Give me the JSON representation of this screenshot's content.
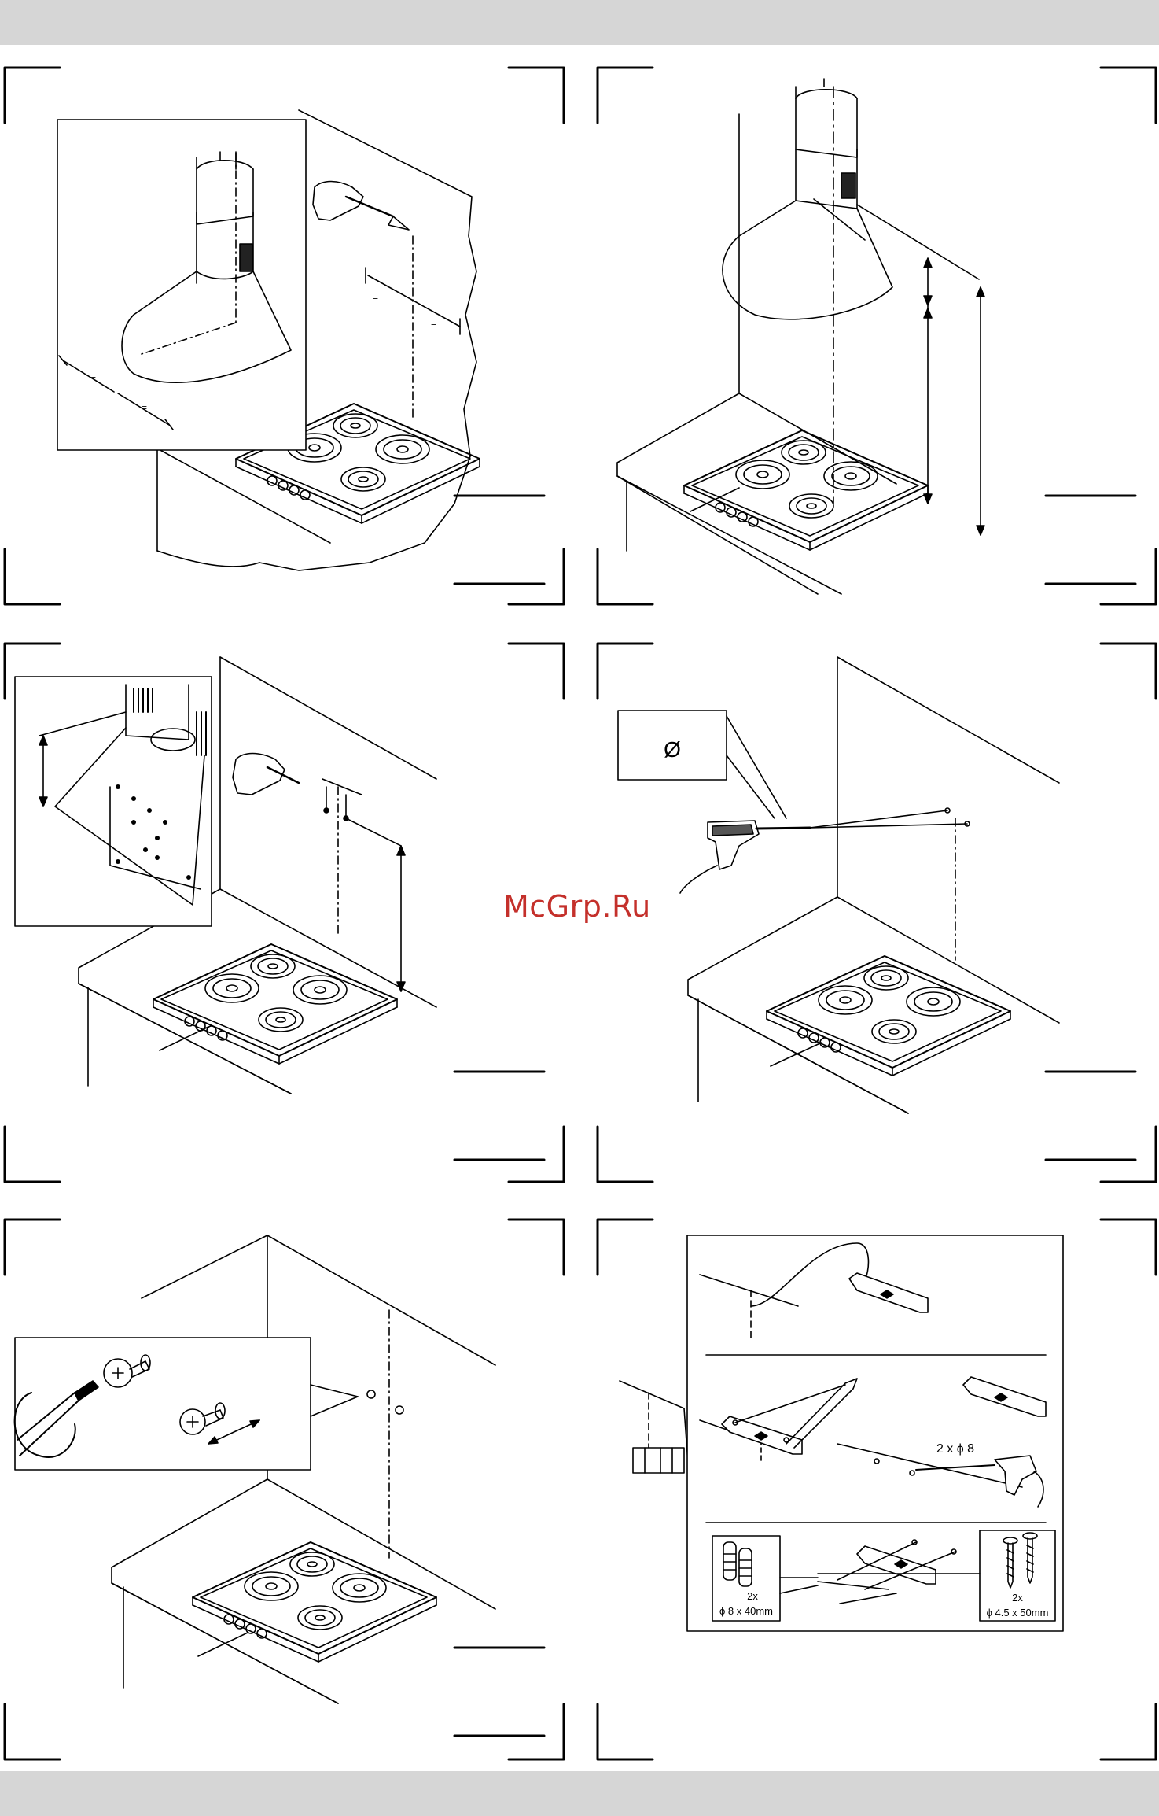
{
  "watermark": "McGrp.Ru",
  "panels": [
    {
      "id": 1,
      "content": "hood-outline-marking"
    },
    {
      "id": 2,
      "content": "hood-height-measurement"
    },
    {
      "id": 3,
      "content": "template-marking"
    },
    {
      "id": 4,
      "content": "drilling",
      "inset_symbol": "Ø"
    },
    {
      "id": 5,
      "content": "screw-fixing"
    },
    {
      "id": 6,
      "content": "bracket-mounting",
      "drill_label": "2 x ϕ 8",
      "plug_qty": "2x",
      "plug_size": "ϕ 8 x 40mm",
      "screw_qty": "2x",
      "screw_size": "ϕ 4.5 x 50mm"
    }
  ],
  "icons": [
    "pencil-hand-icon",
    "drill-icon",
    "screwdriver-icon",
    "screw-icon",
    "wall-plug-icon",
    "bracket-icon"
  ]
}
